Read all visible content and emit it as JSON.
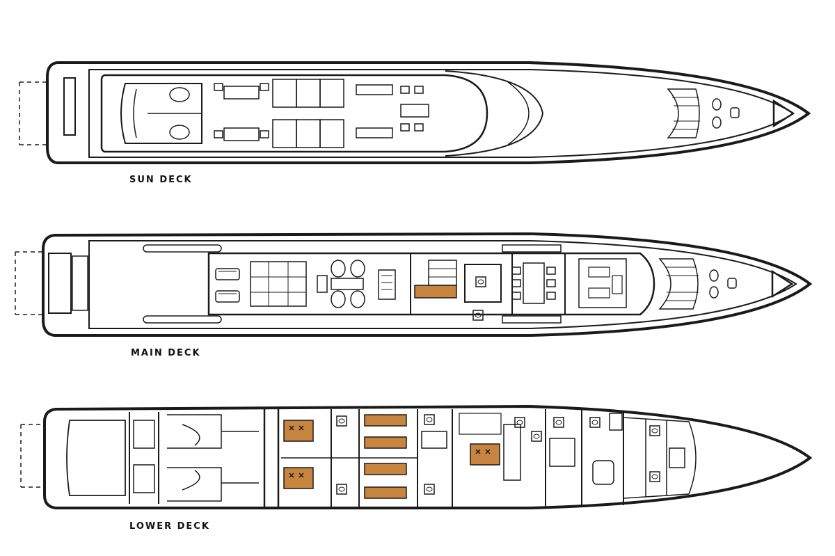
{
  "decks": [
    {
      "id": "sun",
      "label": "SUN DECK"
    },
    {
      "id": "main",
      "label": "MAIN DECK"
    },
    {
      "id": "lower",
      "label": "LOWER DECK"
    }
  ],
  "colors": {
    "line": "#1a1a1a",
    "cabin_fill": "#c7853f",
    "background": "#ffffff"
  }
}
